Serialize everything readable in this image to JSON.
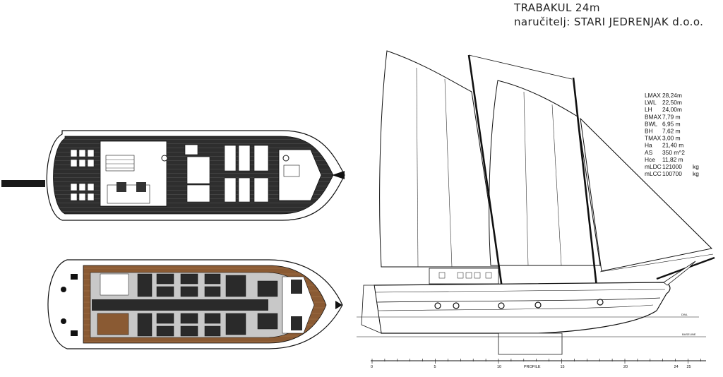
{
  "title": {
    "line1": "TRABAKUL 24m",
    "line2": "naručitelj: STARI JEDRENJAK d.o.o."
  },
  "specs": [
    {
      "key": "LMAX",
      "value": "28,24m",
      "unit": ""
    },
    {
      "key": "LWL",
      "value": "22,50m",
      "unit": ""
    },
    {
      "key": "LH",
      "value": "24,00m",
      "unit": ""
    },
    {
      "key": "BMAX",
      "value": "7,79  m",
      "unit": ""
    },
    {
      "key": "BWL",
      "value": "6,95  m",
      "unit": ""
    },
    {
      "key": "BH",
      "value": "7,62  m",
      "unit": ""
    },
    {
      "key": "TMAX",
      "value": "3,00  m",
      "unit": ""
    },
    {
      "key": "Ha",
      "value": "21,40 m",
      "unit": ""
    },
    {
      "key": "AS",
      "value": "350  m^2",
      "unit": ""
    },
    {
      "key": "Hce",
      "value": "11,82 m",
      "unit": ""
    },
    {
      "key": "mLDC",
      "value": "121000",
      "unit": "kg"
    },
    {
      "key": "mLCC",
      "value": "100700",
      "unit": "kg"
    }
  ],
  "profile": {
    "scale_label": "PROFILE",
    "scale_ticks": [
      "0",
      "5",
      "10",
      "15",
      "20",
      "24",
      "25"
    ],
    "dwl_label": "DWL",
    "baseline_label": "BASELINE"
  },
  "views": {
    "deck_plan": "deck-plan",
    "accommodation_plan": "accommodation-plan",
    "profile_view": "profile-view"
  },
  "colors": {
    "deck": "#2b2b2b",
    "timber": "#8a5a33",
    "floor_grey": "#c8c8c8",
    "line": "#111111"
  }
}
